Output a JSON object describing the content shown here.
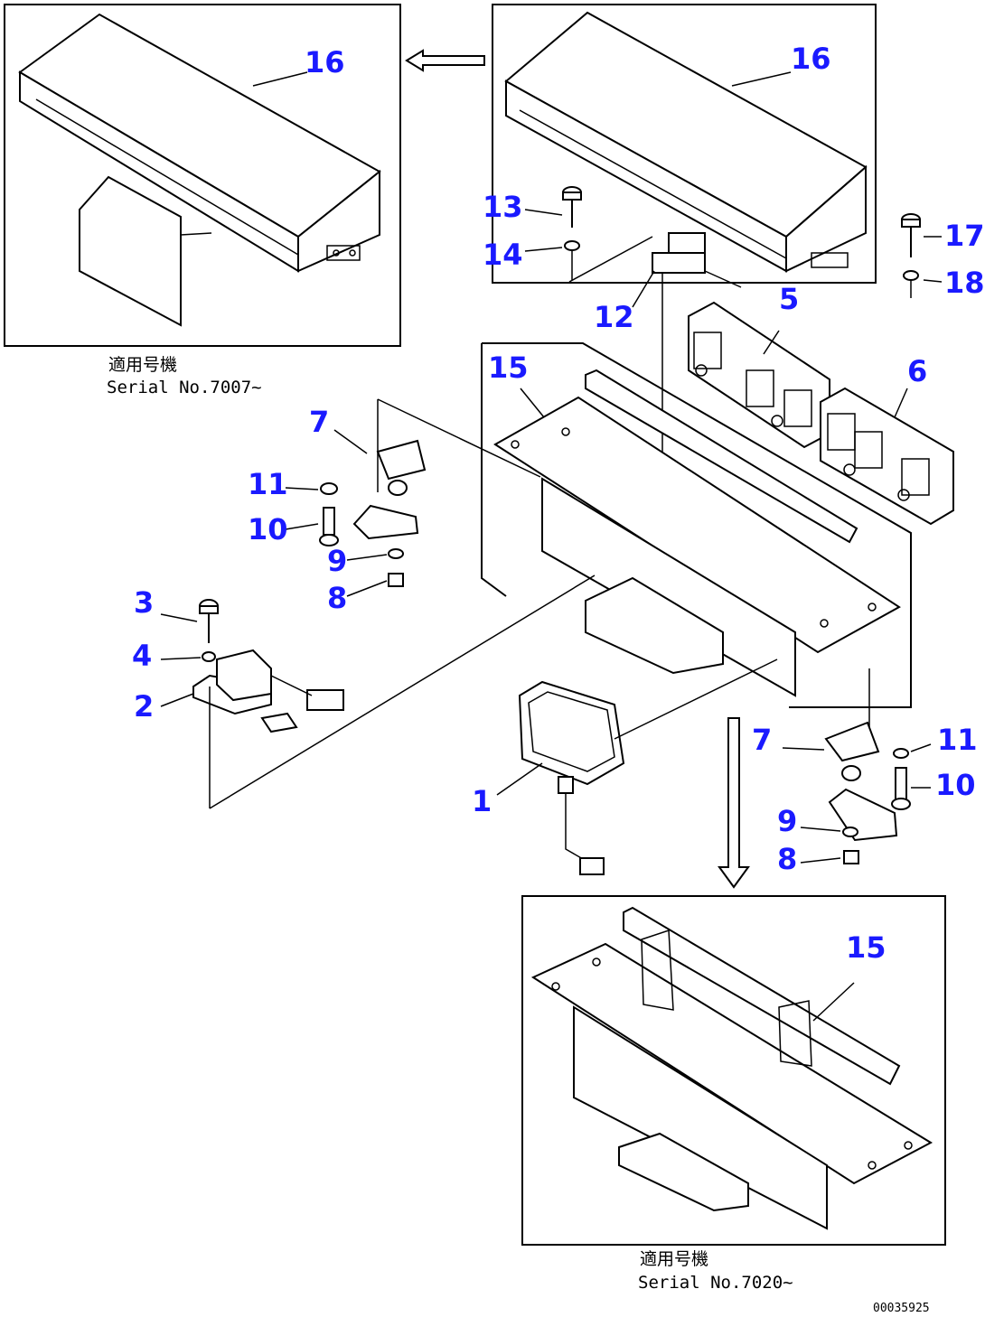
{
  "drawing_id": "00035925",
  "insets": {
    "top_left": {
      "caption_line1": "適用号機",
      "caption_line2": "Serial No.7007~",
      "callout": "16"
    },
    "bottom_right": {
      "caption_line1": "適用号機",
      "caption_line2": "Serial No.7020~",
      "callout": "15"
    }
  },
  "callouts": {
    "c16_main": "16",
    "c13": "13",
    "c14": "14",
    "c12": "12",
    "c17": "17",
    "c18": "18",
    "c5": "5",
    "c6": "6",
    "c15_main": "15",
    "c7_left": "7",
    "c11_left": "11",
    "c10_left": "10",
    "c9_left": "9",
    "c8_left": "8",
    "c3": "3",
    "c4": "4",
    "c2": "2",
    "c1": "1",
    "c7_right": "7",
    "c11_right": "11",
    "c10_right": "10",
    "c9_right": "9",
    "c8_right": "8"
  }
}
